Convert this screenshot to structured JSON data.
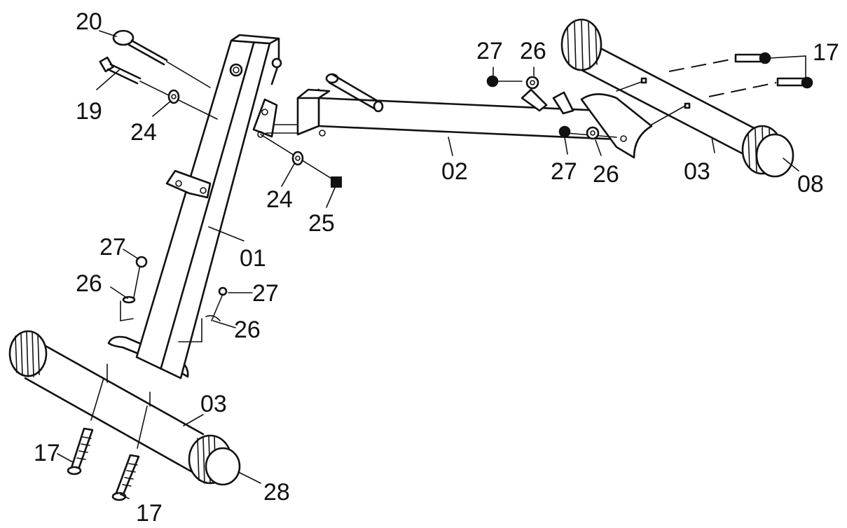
{
  "labels": {
    "p20": "20",
    "p19": "19",
    "p24a": "24",
    "p24b": "24",
    "p25": "25",
    "p01": "01",
    "p02": "02",
    "p03a": "03",
    "p03b": "03",
    "p08": "08",
    "p17a": "17",
    "p17b": "17",
    "p17c": "17",
    "p26a": "26",
    "p26b": "26",
    "p26c": "26",
    "p26d": "26",
    "p27a": "27",
    "p27b": "27",
    "p27c": "27",
    "p27d": "27",
    "p28": "28"
  }
}
